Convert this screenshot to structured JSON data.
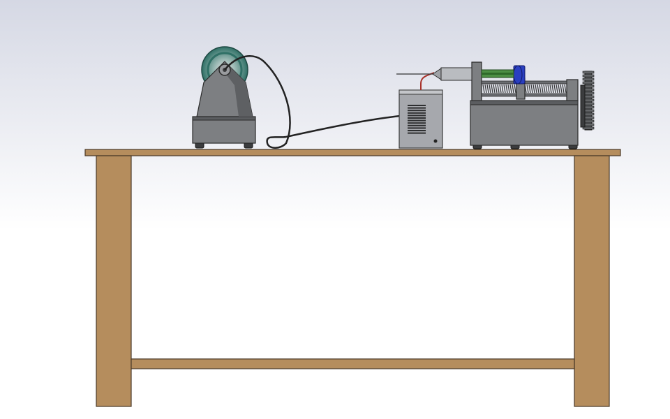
{
  "scene": {
    "description_free": true,
    "objects": [
      {
        "id": "table",
        "icon": "table-icon"
      },
      {
        "id": "collector-drum",
        "icon": "drum-roller-icon"
      },
      {
        "id": "high-voltage-power-supply",
        "icon": "power-supply-icon"
      },
      {
        "id": "syringe-pump",
        "icon": "syringe-pump-icon"
      },
      {
        "id": "syringe",
        "icon": "syringe-icon"
      },
      {
        "id": "cable",
        "icon": "cable-icon"
      }
    ],
    "colors": {
      "background_top": "#d5d8e4",
      "background_bottom": "#ffffff",
      "table_wood": "#b58d5d",
      "table_outline": "#4a3a28",
      "machine_gray": "#7d7f82",
      "machine_dark": "#3b3c3e",
      "drum_teal": "#3f8c82",
      "syringe_green": "#4d8f45",
      "pump_blue": "#2a3fc0",
      "psu_gray": "#a6a8ad",
      "wire_red": "#a8322a",
      "cable_dark": "#222222"
    }
  }
}
